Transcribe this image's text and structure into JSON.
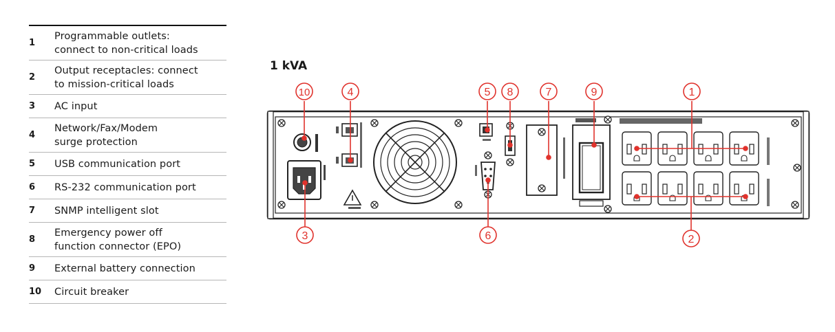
{
  "legend": [
    {
      "num": "1",
      "lines": [
        "Programmable outlets:",
        "connect to non-critical loads"
      ]
    },
    {
      "num": "2",
      "lines": [
        "Output receptacles: connect",
        "to mission-critical loads"
      ]
    },
    {
      "num": "3",
      "lines": [
        "AC input"
      ]
    },
    {
      "num": "4",
      "lines": [
        "Network/Fax/Modem",
        "surge protection"
      ]
    },
    {
      "num": "5",
      "lines": [
        "USB communication port"
      ]
    },
    {
      "num": "6",
      "lines": [
        "RS-232 communication port"
      ]
    },
    {
      "num": "7",
      "lines": [
        "SNMP intelligent slot"
      ]
    },
    {
      "num": "8",
      "lines": [
        "Emergency power off",
        "function connector (EPO)"
      ]
    },
    {
      "num": "9",
      "lines": [
        "External battery connection"
      ]
    },
    {
      "num": "10",
      "lines": [
        "Circuit breaker"
      ]
    }
  ],
  "diagram": {
    "title": "1 kVA",
    "callouts": [
      "10",
      "4",
      "5",
      "8",
      "7",
      "9",
      "1",
      "3",
      "6",
      "2"
    ],
    "accent_color": "#e0322c",
    "line_color": "#2a2a2a"
  }
}
